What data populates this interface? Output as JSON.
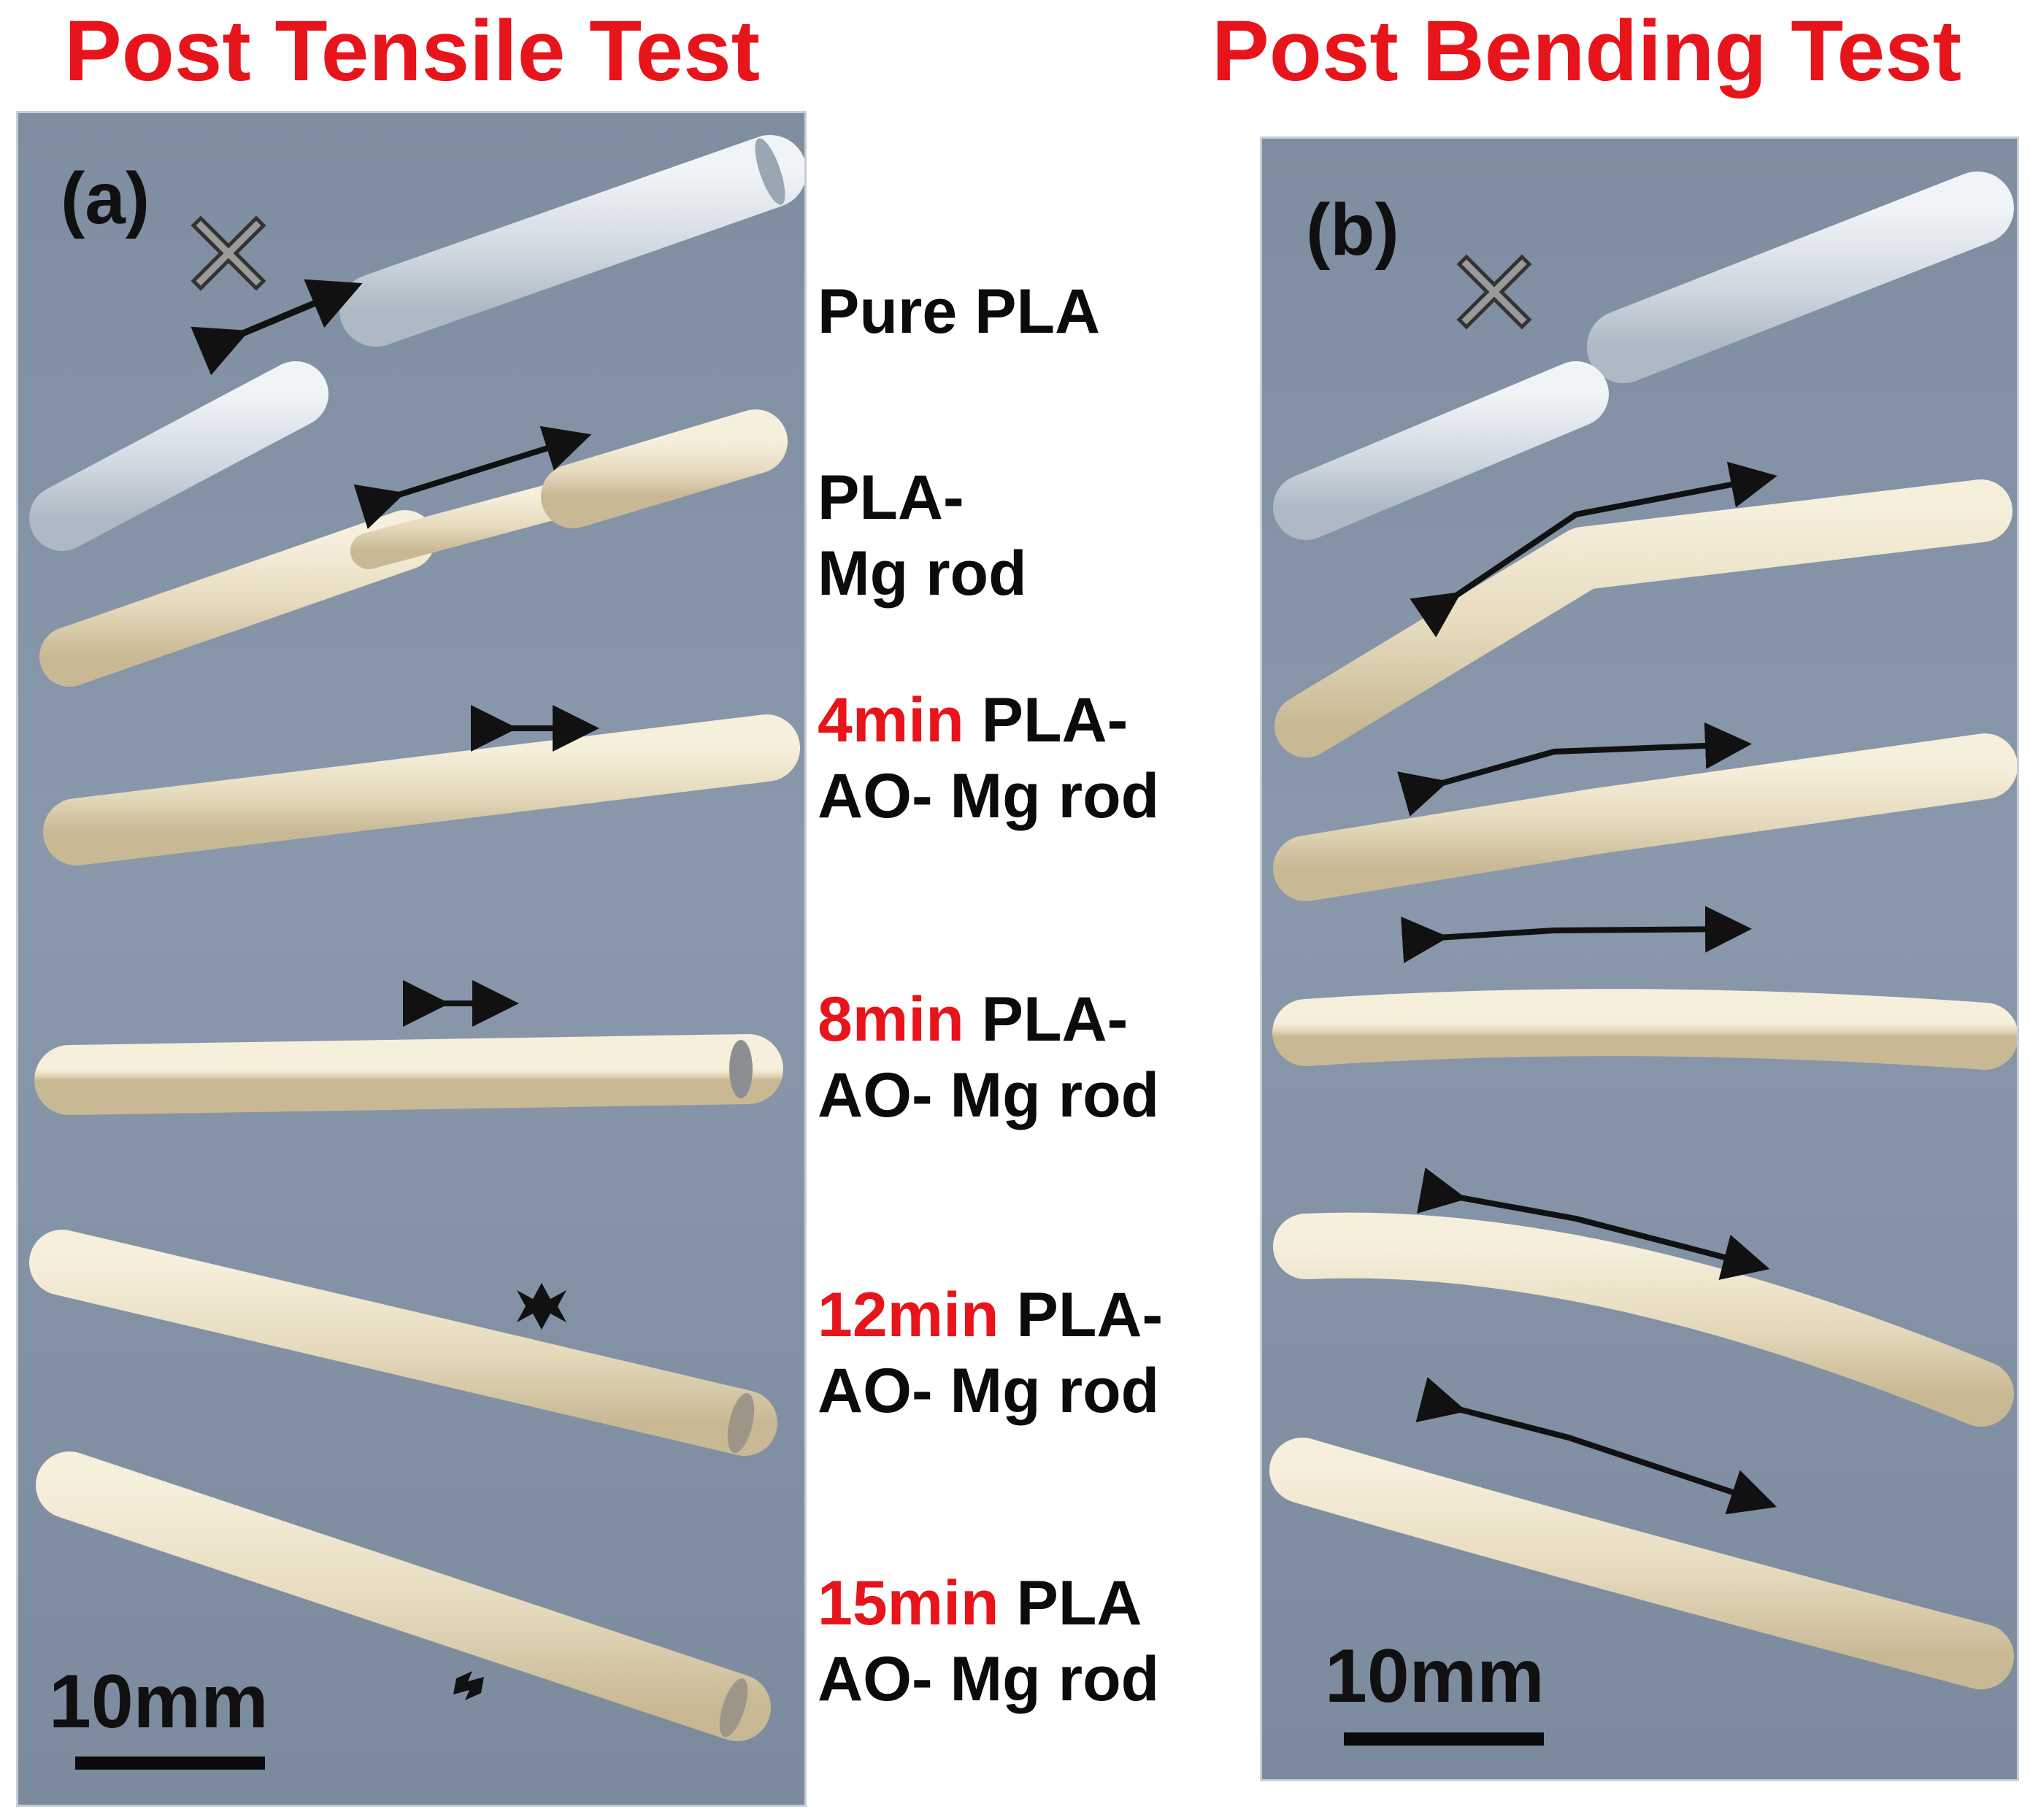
{
  "titles": {
    "left": "Post Tensile Test",
    "right": "Post Bending Test"
  },
  "panels": {
    "a": {
      "label": "(a)",
      "scale": "10mm"
    },
    "b": {
      "label": "(b)",
      "scale": "10mm"
    }
  },
  "samples": [
    {
      "line1_prefix": "",
      "line1_main": "Pure PLA",
      "line2": ""
    },
    {
      "line1_prefix": "",
      "line1_main": "PLA-",
      "line2": "Mg rod"
    },
    {
      "line1_prefix": "4min",
      "line1_main": " PLA-",
      "line2": "AO- Mg rod"
    },
    {
      "line1_prefix": "8min",
      "line1_main": " PLA-",
      "line2": "AO- Mg rod"
    },
    {
      "line1_prefix": "12min",
      "line1_main": " PLA-",
      "line2": "AO- Mg rod"
    },
    {
      "line1_prefix": "15min",
      "line1_main": " PLA",
      "line2": "AO- Mg rod"
    }
  ],
  "colors": {
    "title": "#e8141b",
    "background_photo": "#8494a8",
    "rod": "#ece2c8",
    "clear_rod": "#dde3ea"
  }
}
